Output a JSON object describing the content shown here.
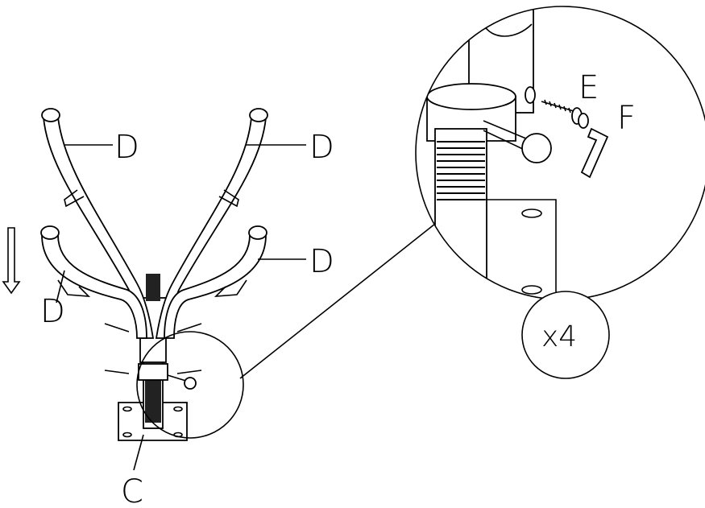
{
  "labels": {
    "arm": "D",
    "base": "C",
    "screw": "E",
    "hex_key": "F",
    "quantity": "x4"
  },
  "colors": {
    "line": "#000000",
    "background": "#ffffff"
  }
}
